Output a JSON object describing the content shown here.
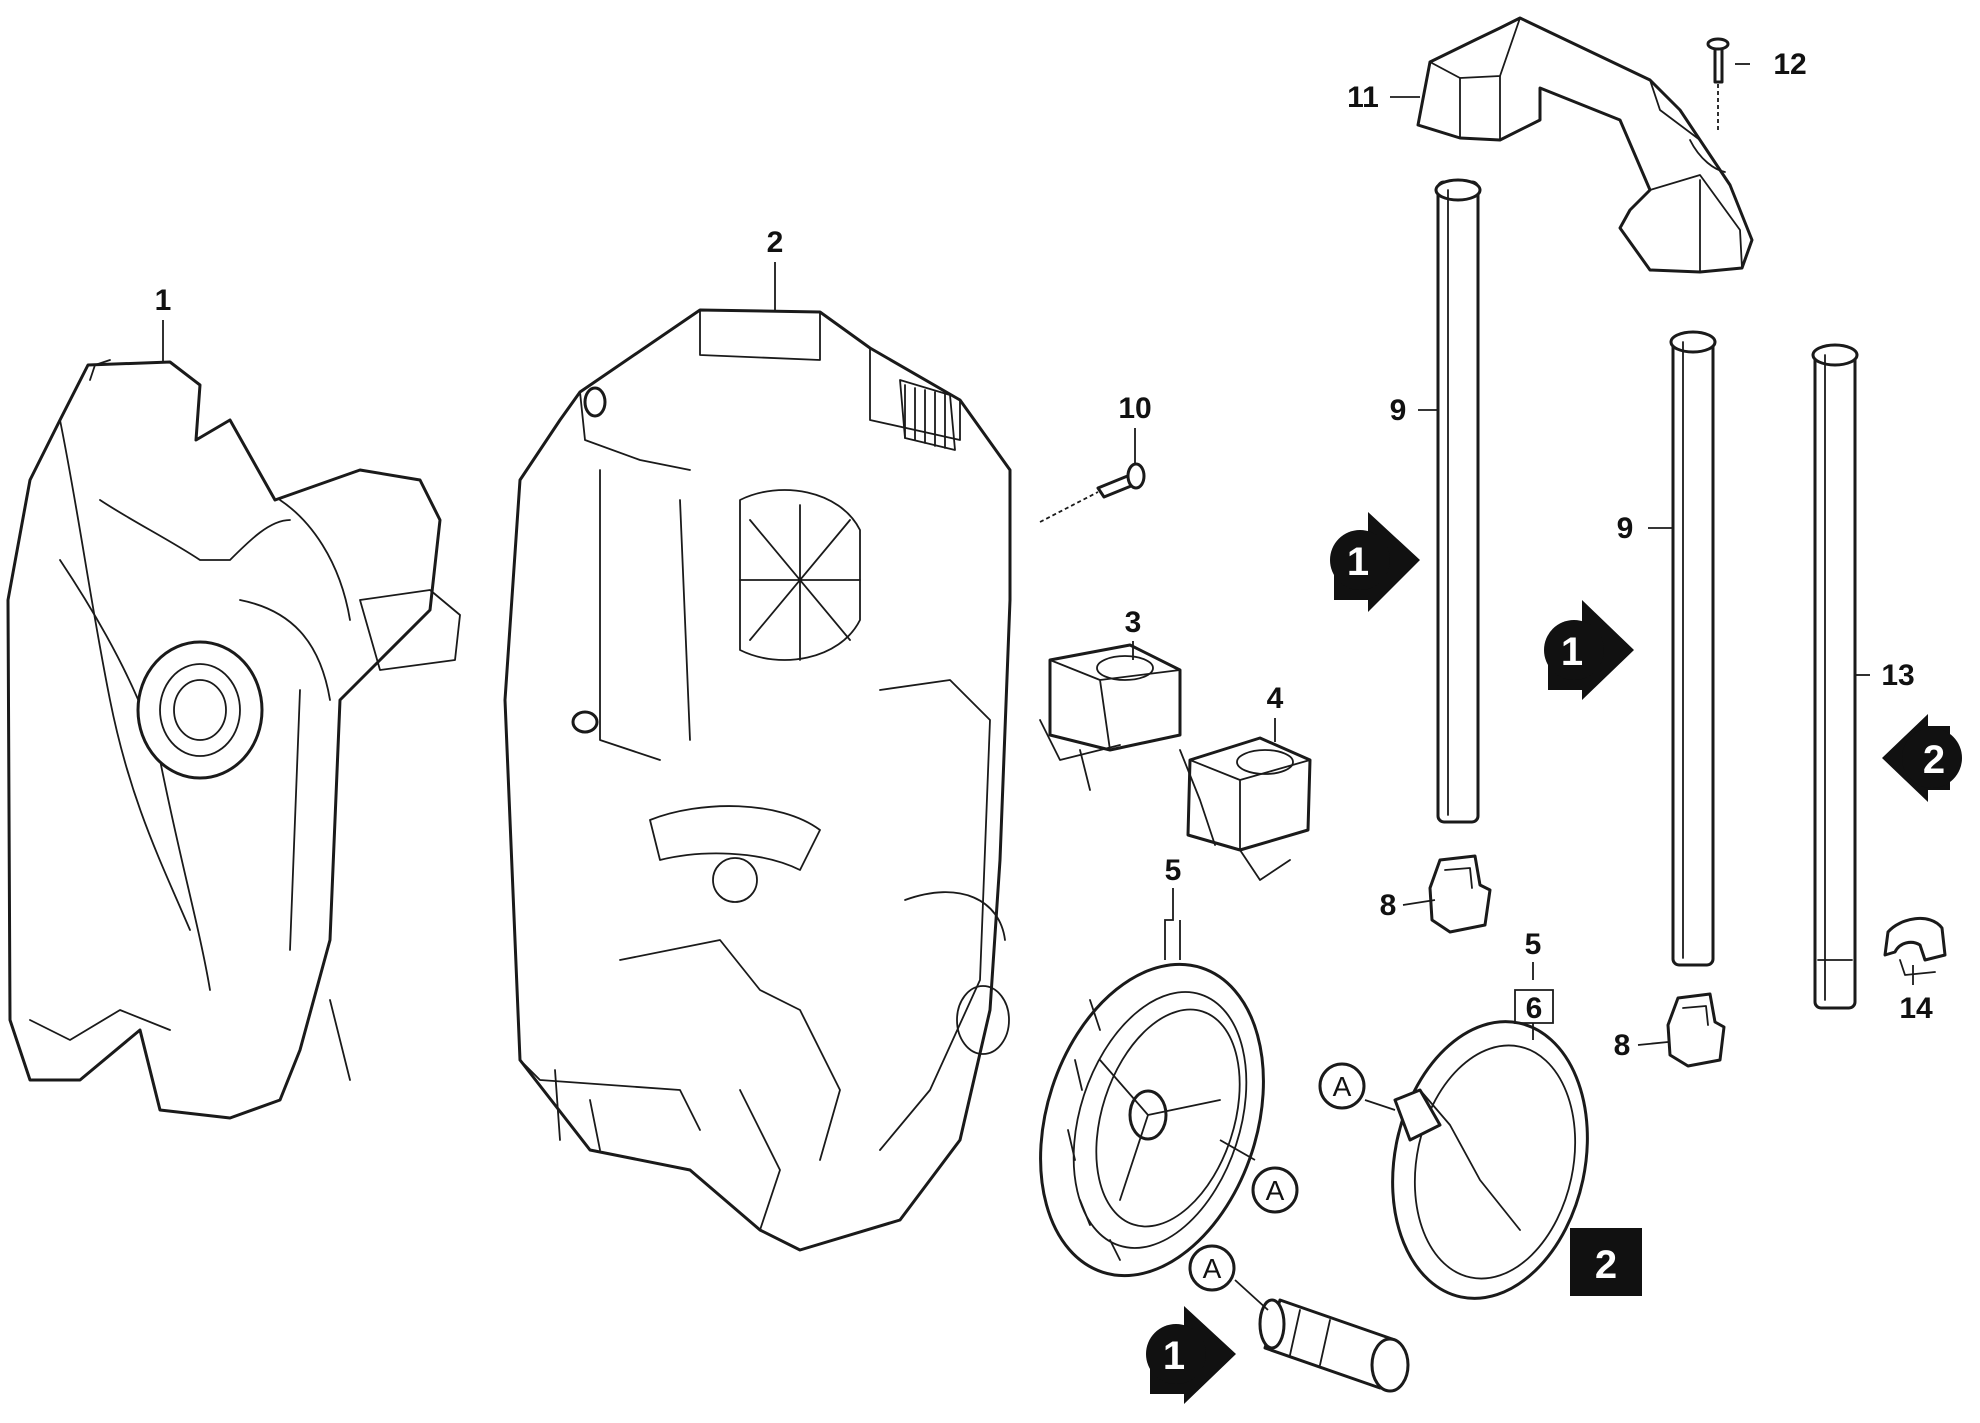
{
  "labels": {
    "p1": "1",
    "p2": "2",
    "p3": "3",
    "p4": "4",
    "p5a": "5",
    "p5b": "5",
    "p6": "6",
    "p8a": "8",
    "p8b": "8",
    "p9a": "9",
    "p9b": "9",
    "p10": "10",
    "p11": "11",
    "p12": "12",
    "p13": "13",
    "p14": "14"
  },
  "refs": {
    "a1": "A",
    "a2": "A",
    "a3": "A"
  },
  "badges": {
    "b1a": "1",
    "b1b": "1",
    "b1c": "1",
    "b2a": "2",
    "b2b": "2"
  },
  "colors": {
    "line": "#1a1a1a",
    "badge_fill": "#111111",
    "background": "#ffffff"
  }
}
